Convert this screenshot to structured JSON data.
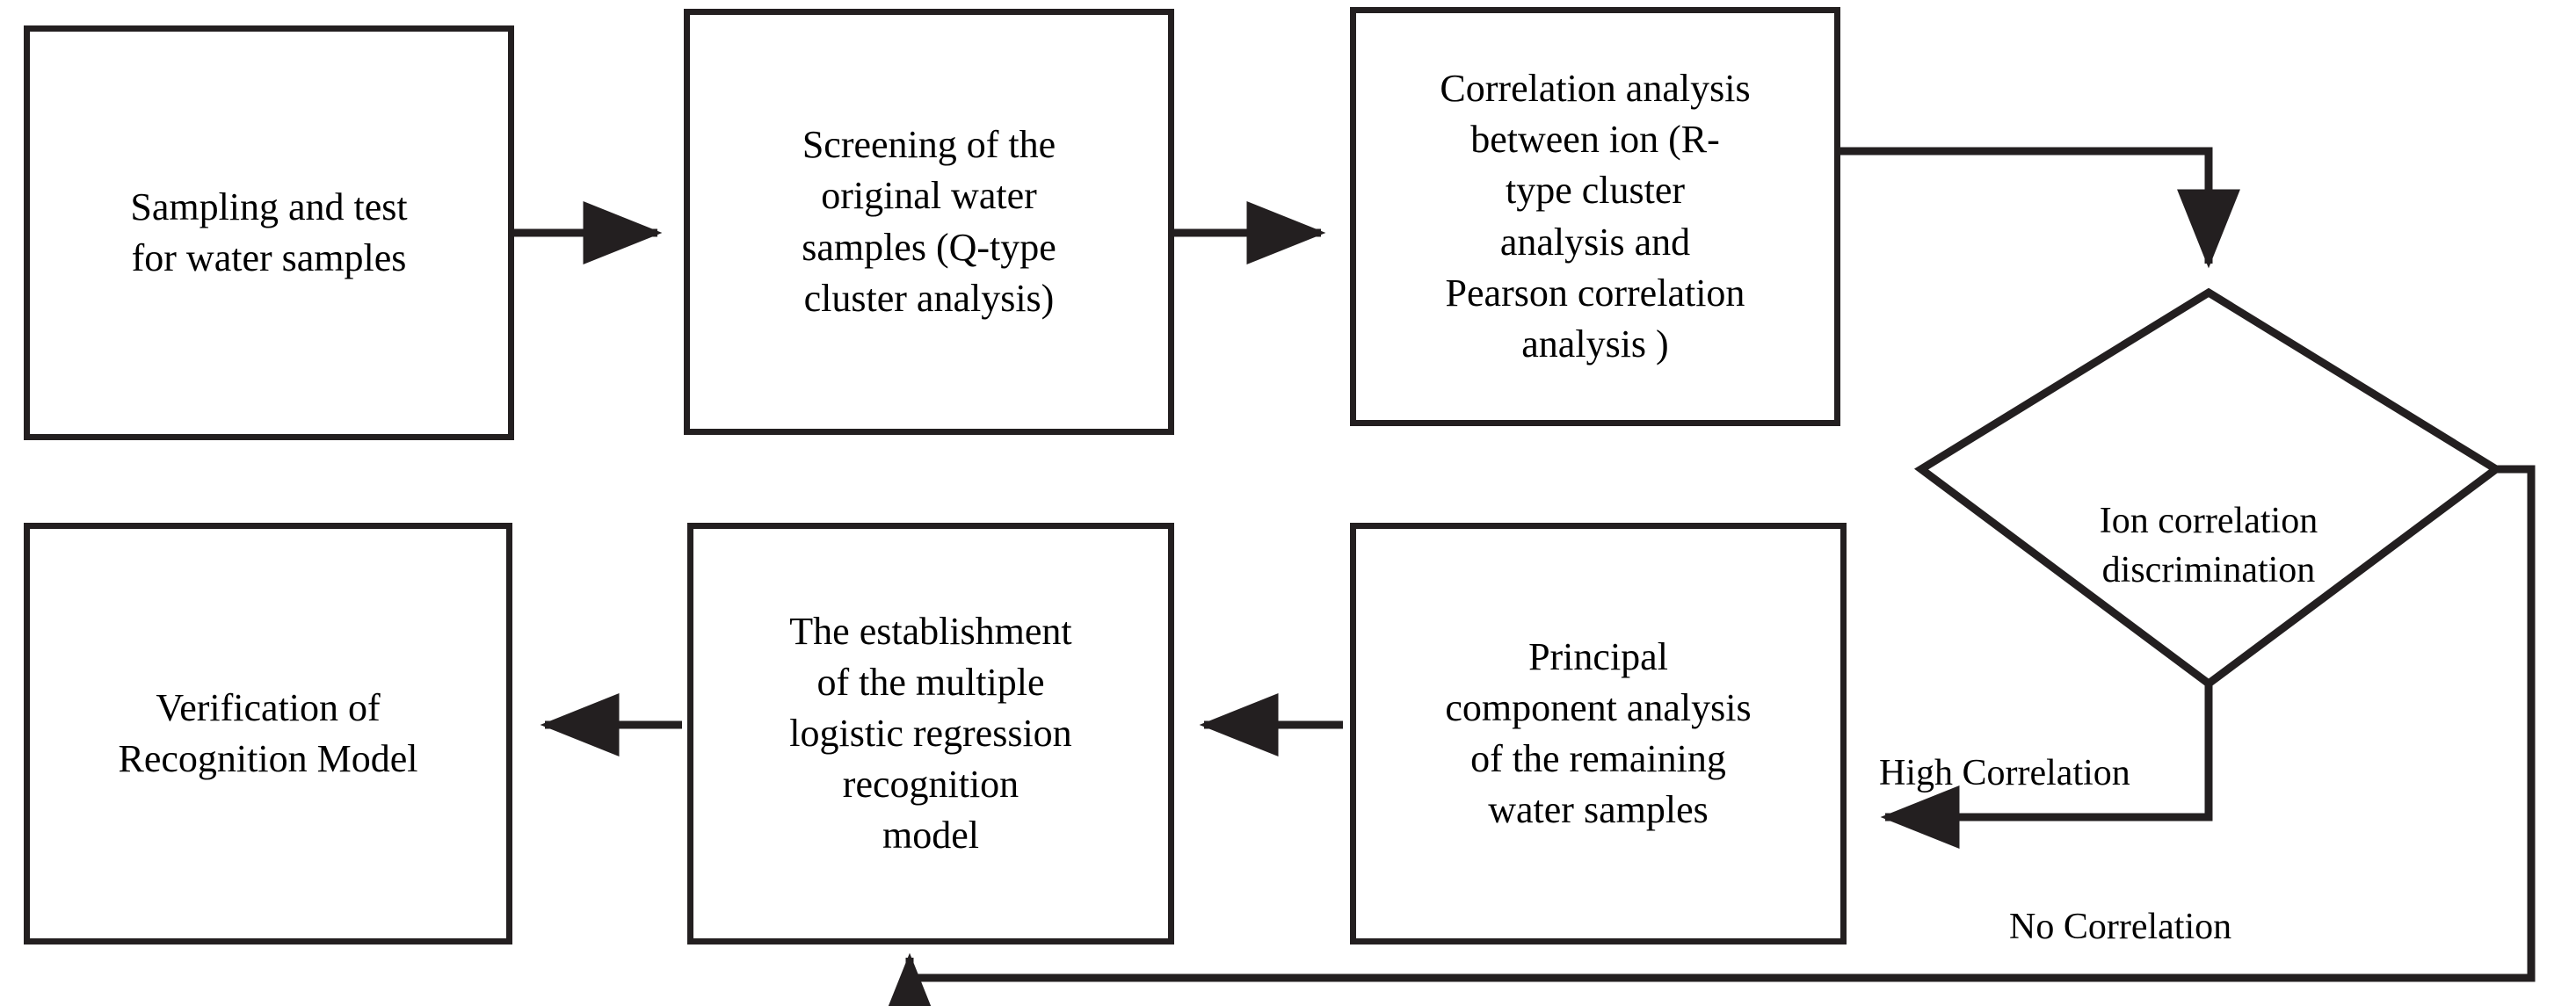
{
  "diagram": {
    "title": "Water sample recognition model workflow flowchart",
    "type": "flowchart",
    "stroke_color": "#231f20",
    "background_color": "#ffffff",
    "nodes": [
      {
        "id": "sampling",
        "shape": "rectangle",
        "label": "Sampling and test\nfor water samples"
      },
      {
        "id": "screening",
        "shape": "rectangle",
        "label": "Screening of the\noriginal water\nsamples (Q-type\ncluster analysis)"
      },
      {
        "id": "correlation",
        "shape": "rectangle",
        "label": "Correlation analysis\nbetween ion (R-\ntype cluster\nanalysis and\nPearson correlation\nanalysis )"
      },
      {
        "id": "decision",
        "shape": "diamond",
        "label": "Ion correlation\ndiscrimination"
      },
      {
        "id": "pca",
        "shape": "rectangle",
        "label": "Principal\ncomponent analysis\nof the remaining\nwater samples"
      },
      {
        "id": "logistic",
        "shape": "rectangle",
        "label": "The establishment\nof the multiple\nlogistic regression\nrecognition\nmodel"
      },
      {
        "id": "verification",
        "shape": "rectangle",
        "label": "Verification of\nRecognition Model"
      }
    ],
    "edges": [
      {
        "id": "e1",
        "from": "sampling",
        "to": "screening",
        "label": ""
      },
      {
        "id": "e2",
        "from": "screening",
        "to": "correlation",
        "label": ""
      },
      {
        "id": "e3",
        "from": "correlation",
        "to": "decision",
        "label": ""
      },
      {
        "id": "e4",
        "from": "decision",
        "to": "pca",
        "label": "High Correlation"
      },
      {
        "id": "e5",
        "from": "decision",
        "to": "logistic",
        "label": "No Correlation"
      },
      {
        "id": "e6",
        "from": "pca",
        "to": "logistic",
        "label": ""
      },
      {
        "id": "e7",
        "from": "logistic",
        "to": "verification",
        "label": ""
      }
    ]
  }
}
